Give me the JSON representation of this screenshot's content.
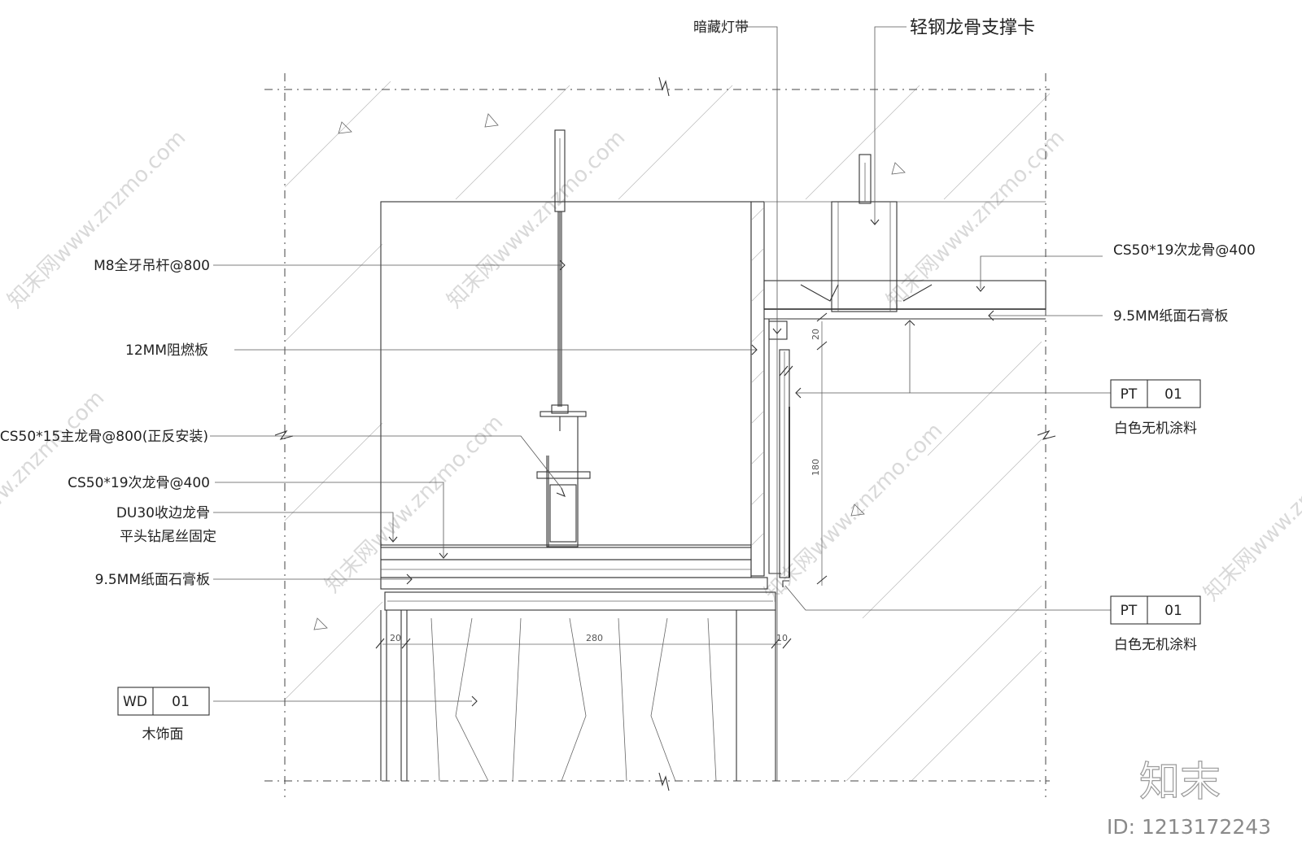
{
  "labels": {
    "hidden_light_strip": "暗藏灯带",
    "support_clip": "轻钢龙骨支撑卡",
    "hanger_rod": "M8全牙吊杆@800",
    "fire_board": "12MM阻燃板",
    "main_keel": "CS50*15主龙骨@800(正反安装)",
    "secondary_keel_left": "CS50*19次龙骨@400",
    "edge_keel_line1": "DU30收边龙骨",
    "edge_keel_line2": "平头钻尾丝固定",
    "gypsum_left": "9.5MM纸面石膏板",
    "secondary_keel_right": "CS50*19次龙骨@400",
    "gypsum_right": "9.5MM纸面石膏板"
  },
  "tags": [
    {
      "code": "PT",
      "num": "01",
      "desc": "白色无机涂料"
    },
    {
      "code": "PT",
      "num": "01",
      "desc": "白色无机涂料"
    },
    {
      "code": "WD",
      "num": "01",
      "desc": "木饰面"
    }
  ],
  "dimensions": {
    "d20_top": "20",
    "d180": "180",
    "d20_bottom": "20",
    "d280": "280",
    "d10": "10"
  },
  "watermark": {
    "text": "知末网www.znzmo.com",
    "brand": "知末",
    "id": "ID: 1213172243"
  },
  "colors": {
    "line": "#333333",
    "watermark": "#d9d9d9"
  }
}
